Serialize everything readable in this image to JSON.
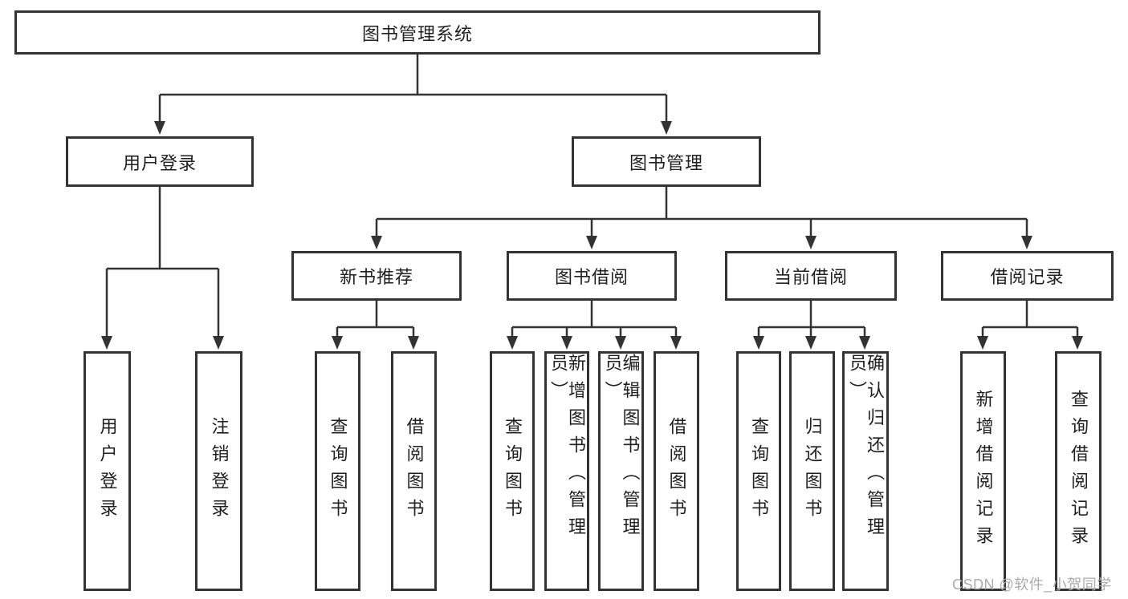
{
  "diagram": {
    "root": {
      "label": "图书管理系统"
    },
    "level2": [
      {
        "label": "用户登录"
      },
      {
        "label": "图书管理"
      }
    ],
    "level3": [
      {
        "label": "新书推荐",
        "parent": "图书管理"
      },
      {
        "label": "图书借阅",
        "parent": "图书管理"
      },
      {
        "label": "当前借阅",
        "parent": "图书管理"
      },
      {
        "label": "借阅记录",
        "parent": "图书管理"
      }
    ],
    "leaves": [
      {
        "label": "用户登录",
        "parent": "用户登录"
      },
      {
        "label": "注销登录",
        "parent": "用户登录"
      },
      {
        "label": "查询图书",
        "parent": "新书推荐"
      },
      {
        "label": "借阅图书",
        "parent": "新书推荐"
      },
      {
        "label": "查询图书",
        "parent": "图书借阅"
      },
      {
        "label": "新增图书（管理员）",
        "parent": "图书借阅"
      },
      {
        "label": "编辑图书（管理员）",
        "parent": "图书借阅"
      },
      {
        "label": "借阅图书",
        "parent": "图书借阅"
      },
      {
        "label": "查询图书",
        "parent": "当前借阅"
      },
      {
        "label": "归还图书",
        "parent": "当前借阅"
      },
      {
        "label": "确认归还（管理员）",
        "parent": "当前借阅"
      },
      {
        "label": "新增借阅记录",
        "parent": "借阅记录"
      },
      {
        "label": "查询借阅记录",
        "parent": "借阅记录"
      }
    ]
  },
  "watermark": {
    "text": "CSDN @软件_小贺同学"
  },
  "colors": {
    "line": "#333333",
    "text": "#1f1f1f",
    "watermark": "#ababab",
    "background": "#ffffff"
  }
}
